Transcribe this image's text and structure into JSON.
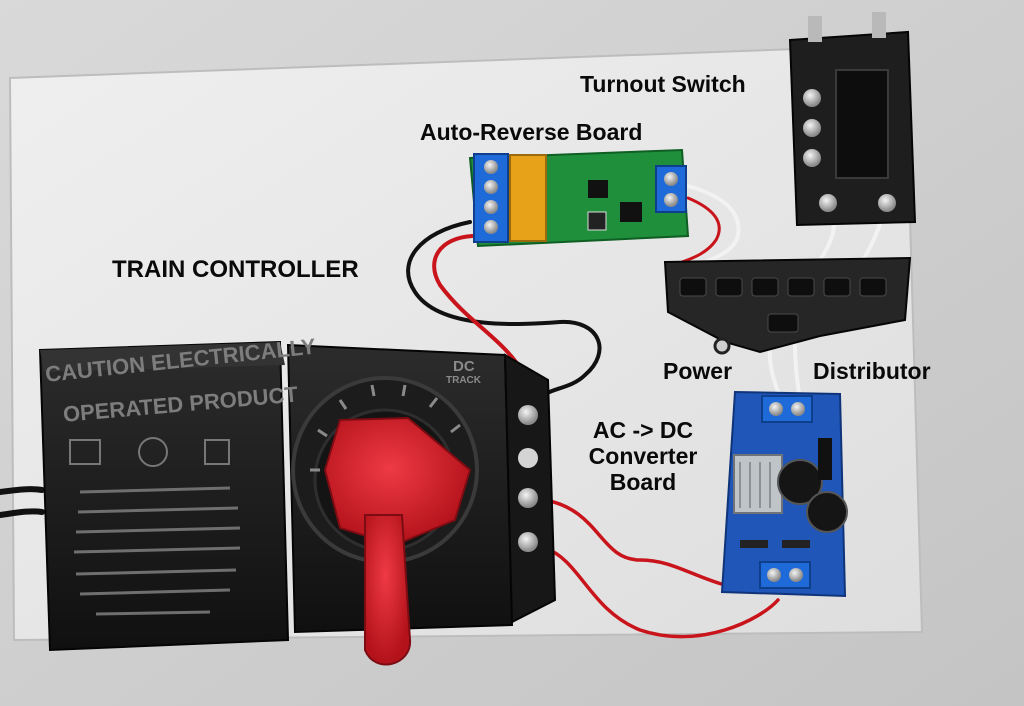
{
  "labels": {
    "turnout_switch": "Turnout Switch",
    "auto_reverse": "Auto-Reverse Board",
    "train_controller": "TRAIN CONTROLLER",
    "power": "Power",
    "distributor": "Distributor",
    "acdc_line1": "AC -> DC",
    "acdc_line2": "Converter",
    "acdc_line3": "Board"
  },
  "device_print": {
    "line1": "CAUTION ELECTRICALLY",
    "line2": "OPERATED PRODUCT",
    "dc": "DC",
    "track": "TRACK"
  },
  "colors": {
    "backboard": "#e9e9e9",
    "controller_body": "#1b1b1b",
    "throttle_knob": "#d2202b",
    "pcb_green": "#1f8f3c",
    "pcb_blue": "#1f56b8",
    "terminal_blue": "#1d6ad8",
    "relay_yellow": "#e8a21a",
    "wire_red": "#c8141a",
    "wire_black": "#111111",
    "wire_white": "#f2f2f2"
  }
}
